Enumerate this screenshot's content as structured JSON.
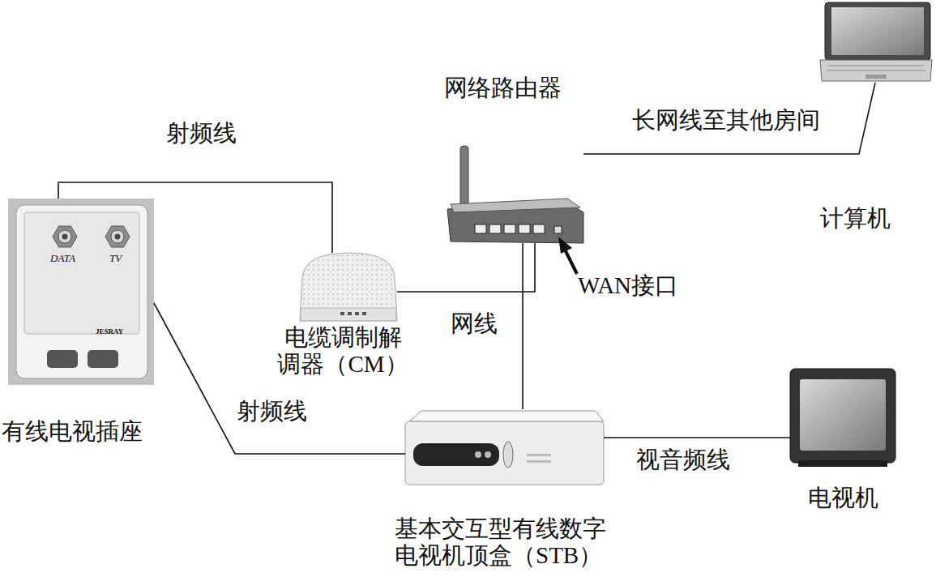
{
  "diagram": {
    "nodes": [
      {
        "text": [
          "有线电视插座"
        ]
      },
      {
        "text": [
          "电缆调制解 调器（CM）"
        ]
      },
      {
        "text": [
          "网络路由器"
        ]
      },
      {
        "text": [
          "计算机"
        ]
      },
      {
        "text": [
          "基本交互型有线数字 电视机顶盒（STB）"
        ]
      },
      {
        "text": [
          "电视机"
        ]
      }
    ],
    "edges": [
      {
        "from": 0,
        "to": 1,
        "arrow": "none",
        "label": "射频线"
      },
      {
        "from": 0,
        "to": 4,
        "arrow": "none",
        "label": "射频线"
      },
      {
        "from": 1,
        "to": 2,
        "arrow": "none"
      },
      {
        "from": 2,
        "to": 3,
        "arrow": "none",
        "label": "长网线至其他房间"
      },
      {
        "from": 2,
        "to": 4,
        "arrow": "none"
      },
      {
        "from": 4,
        "to": 5,
        "arrow": "none",
        "label": "视音频线"
      }
    ],
    "labels": [
      "DATA",
      "TV",
      "JESRAY",
      "WAN接口",
      "网线"
    ]
  }
}
